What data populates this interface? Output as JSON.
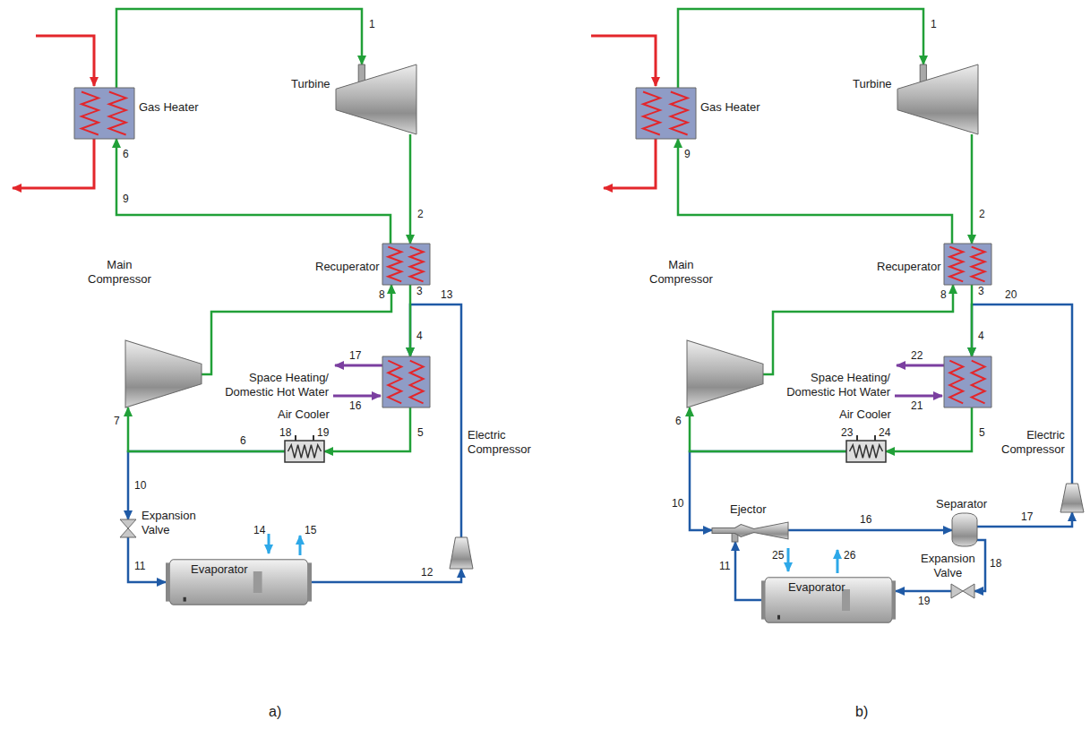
{
  "diagram": {
    "nodes": [
      {
        "text": [
          "Gas Heater"
        ]
      },
      {
        "text": [
          "Turbine"
        ]
      },
      {
        "text": [
          "Recuperator"
        ]
      },
      {
        "text": [
          "Main Compressor"
        ]
      },
      {
        "text": [
          "Space Heating/ Domestic Hot Water"
        ]
      },
      {
        "text": [
          "Air Cooler"
        ]
      },
      {
        "text": [
          "Electric Compressor"
        ]
      },
      {
        "text": [
          "Expansion Valve"
        ]
      },
      {
        "text": [
          "Evaporator"
        ]
      },
      {
        "text": [
          "Gas Heater"
        ]
      },
      {
        "text": [
          "Turbine"
        ]
      },
      {
        "text": [
          "Recuperator"
        ]
      },
      {
        "text": [
          "Main Compressor"
        ]
      },
      {
        "text": [
          "Space Heating/ Domestic Hot Water"
        ]
      },
      {
        "text": [
          "Air Cooler"
        ]
      },
      {
        "text": [
          "Electric Compressor"
        ]
      },
      {
        "text": [
          "Ejector"
        ]
      },
      {
        "text": [
          "Separator"
        ]
      },
      {
        "text": [
          "Expansion Valve"
        ]
      },
      {
        "text": [
          "Evaporator"
        ]
      }
    ],
    "edges": [
      {
        "from": 0,
        "to": 1,
        "arrow": "to"
      },
      {
        "from": 1,
        "to": 2,
        "arrow": "to"
      },
      {
        "from": 2,
        "to": 4,
        "arrow": "to"
      },
      {
        "from": 6,
        "to": 4,
        "arrow": "to"
      },
      {
        "from": 4,
        "to": 5,
        "arrow": "to"
      },
      {
        "from": 5,
        "to": 3,
        "arrow": "to"
      },
      {
        "from": 5,
        "to": 7,
        "arrow": "to"
      },
      {
        "from": 3,
        "to": 2,
        "arrow": "to"
      },
      {
        "from": 2,
        "to": 0,
        "arrow": "to"
      },
      {
        "from": 7,
        "to": 8,
        "arrow": "to"
      },
      {
        "from": 8,
        "to": 6,
        "arrow": "to"
      },
      {
        "from": 9,
        "to": 10,
        "arrow": "to"
      },
      {
        "from": 10,
        "to": 11,
        "arrow": "to"
      },
      {
        "from": 11,
        "to": 13,
        "arrow": "to"
      },
      {
        "from": 15,
        "to": 13,
        "arrow": "to"
      },
      {
        "from": 13,
        "to": 14,
        "arrow": "to"
      },
      {
        "from": 14,
        "to": 12,
        "arrow": "to"
      },
      {
        "from": 14,
        "to": 16,
        "arrow": "to"
      },
      {
        "from": 12,
        "to": 11,
        "arrow": "to"
      },
      {
        "from": 11,
        "to": 9,
        "arrow": "to"
      },
      {
        "from": 16,
        "to": 17,
        "arrow": "to"
      },
      {
        "from": 17,
        "to": 15,
        "arrow": "to"
      },
      {
        "from": 17,
        "to": 18,
        "arrow": "to"
      },
      {
        "from": 18,
        "to": 19,
        "arrow": "to"
      },
      {
        "from": 19,
        "to": 16,
        "arrow": "to"
      }
    ],
    "labels": [
      "1",
      "6",
      "9",
      "2",
      "3",
      "13",
      "8",
      "4",
      "17",
      "16",
      "5",
      "6",
      "18",
      "19",
      "7",
      "10",
      "11",
      "14",
      "15",
      "12",
      "a)",
      "1",
      "9",
      "2",
      "3",
      "20",
      "8",
      "4",
      "22",
      "21",
      "5",
      "6",
      "23",
      "24",
      "10",
      "16",
      "17",
      "18",
      "19",
      "11",
      "25",
      "26",
      "b)"
    ]
  }
}
